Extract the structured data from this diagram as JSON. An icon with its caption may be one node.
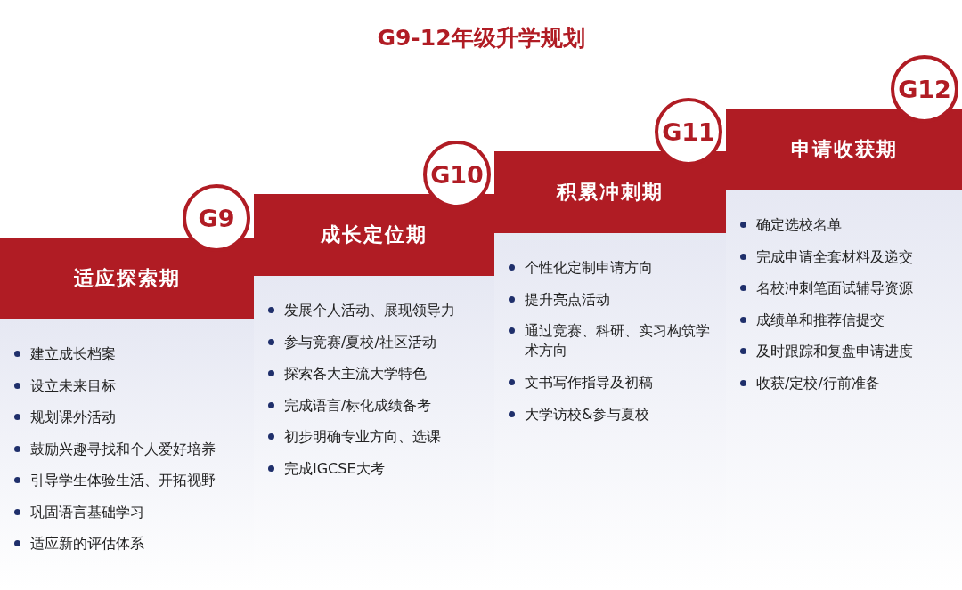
{
  "diagram": {
    "title": "G9-12年级升学规划",
    "nodes": [
      {
        "text": [
          "G9"
        ]
      },
      {
        "text": [
          "适应探索期"
        ]
      },
      {
        "text": [
          "建立成长档案",
          "设立未来目标",
          "规划课外活动",
          "鼓励兴趣寻找和个人爱好培养",
          "引导学生体验生活、开拓视野",
          "巩固语言基础学习",
          "适应新的评估体系"
        ]
      },
      {
        "text": [
          "G10"
        ]
      },
      {
        "text": [
          "成长定位期"
        ]
      },
      {
        "text": [
          "发展个人活动、展现领导力",
          "参与竞赛/夏校/社区活动",
          "探索各大主流大学特色",
          "完成语言/标化成绩备考",
          "初步明确专业方向、选课",
          "完成IGCSE大考"
        ]
      },
      {
        "text": [
          "G11"
        ]
      },
      {
        "text": [
          "积累冲刺期"
        ]
      },
      {
        "text": [
          "个性化定制申请方向",
          "提升亮点活动",
          "通过竞赛、科研、实习构筑学术方向",
          "文书写作指导及初稿",
          "大学访校&参与夏校"
        ]
      },
      {
        "text": [
          "G12"
        ]
      },
      {
        "text": [
          "申请收获期"
        ]
      },
      {
        "text": [
          "确定选校名单",
          "完成申请全套材料及递交",
          "名校冲刺笔面试辅导资源",
          "成绩单和推荐信提交",
          "及时跟踪和复盘申请进度",
          "收获/定校/行前准备"
        ]
      }
    ]
  }
}
